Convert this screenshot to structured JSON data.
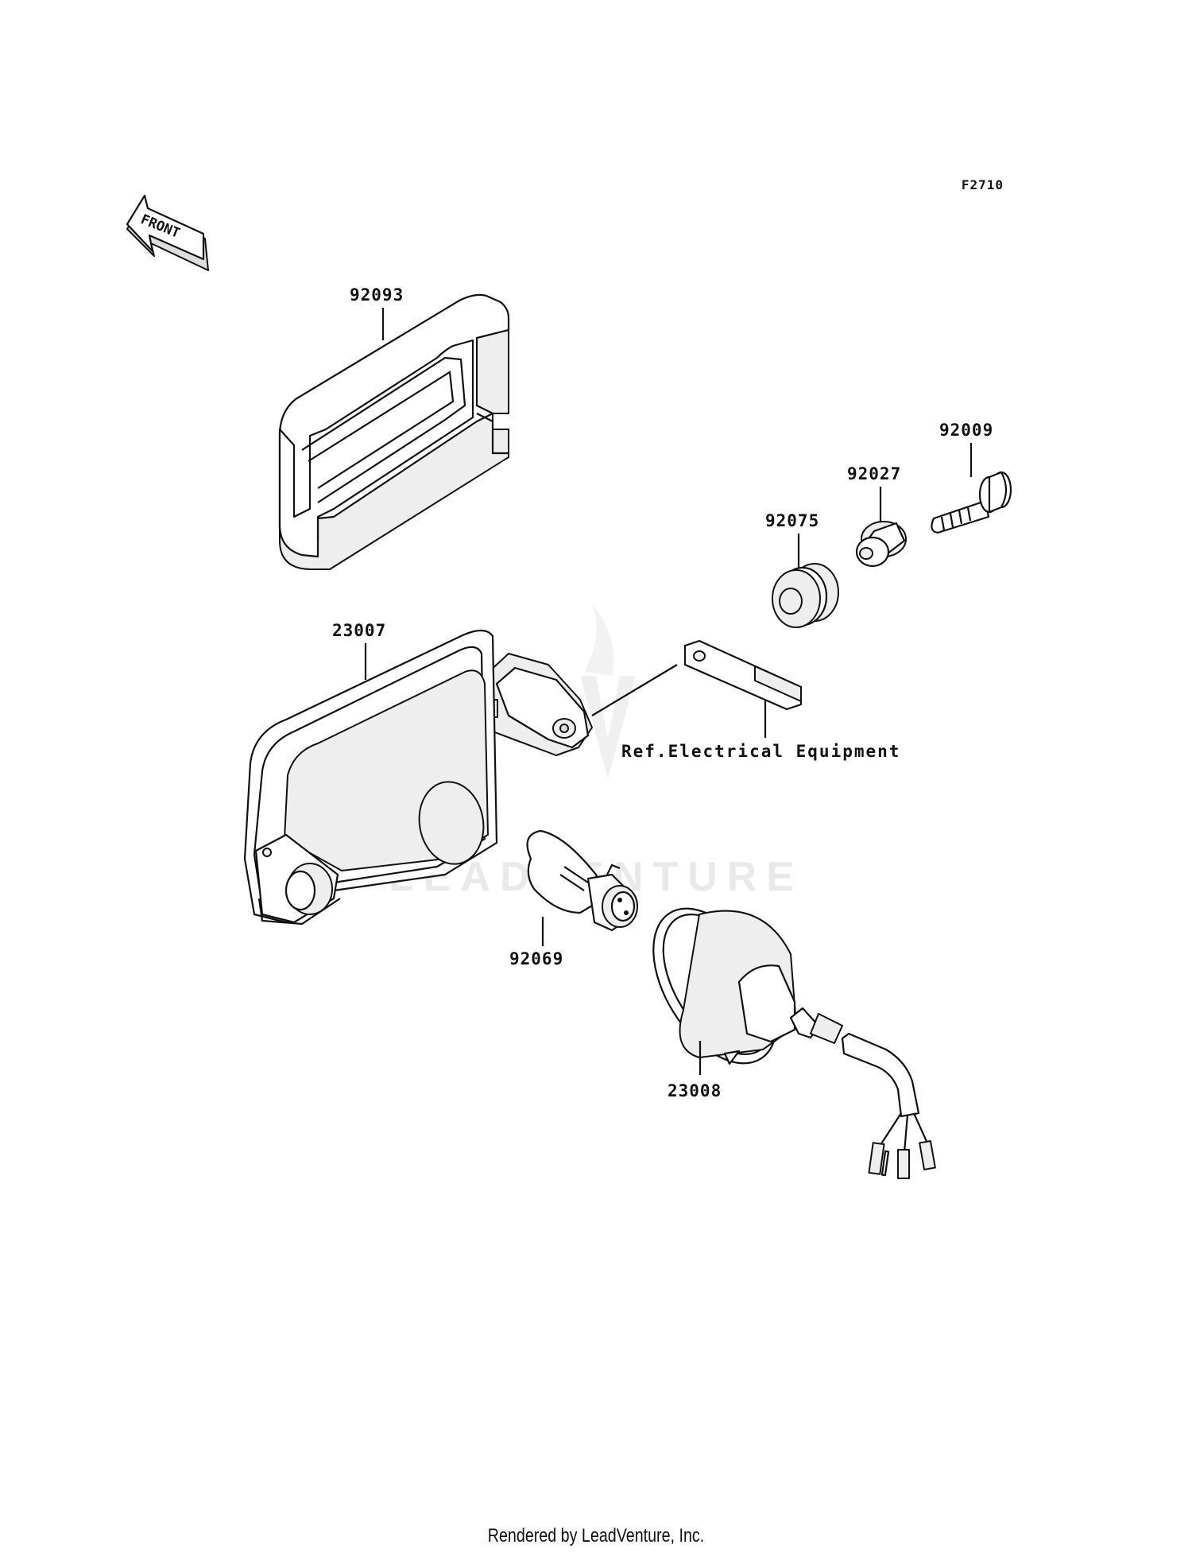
{
  "diagram_code": "F2710",
  "front_label": "FRONT",
  "watermark": "LEADVENTURE",
  "reference_note": "Ref.Electrical Equipment",
  "parts": [
    {
      "number": "92093"
    },
    {
      "number": "92009"
    },
    {
      "number": "92027"
    },
    {
      "number": "92075"
    },
    {
      "number": "23007"
    },
    {
      "number": "92069"
    },
    {
      "number": "23008"
    }
  ],
  "footer": "Rendered by LeadVenture, Inc."
}
